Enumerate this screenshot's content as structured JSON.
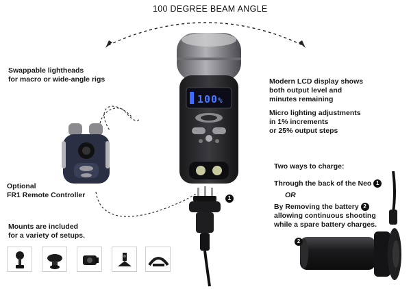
{
  "title": "100 DEGREE BEAM ANGLE",
  "features": {
    "swappable": [
      "Swappable lightheads",
      "for macro or wide-angle rigs"
    ],
    "lcd": [
      "Modern LCD display shows",
      "both output level and",
      "minutes remaining"
    ],
    "micro": [
      "Micro lighting adjustments",
      "in 1% increments",
      "or 25% output steps"
    ],
    "remote": [
      "Optional",
      "FR1 Remote Controller"
    ],
    "mounts": [
      "Mounts are included",
      "for a variety of setups."
    ]
  },
  "charging": {
    "heading": "Two ways to charge:",
    "method1": "Through the back of the Neo",
    "method1_badge": "1",
    "or": "OR",
    "method2_line1": "By Removing the battery",
    "method2_badge": "2",
    "method2_line2": "allowing continuous shooting",
    "method2_line3": "while a spare battery charges."
  },
  "display": {
    "readout": "100",
    "unit": "%"
  },
  "callouts": {
    "plug_badge": "1",
    "battery_badge": "2"
  },
  "mount_icons": [
    "ball-mount-icon",
    "arm-clamp-mount-icon",
    "adapter-mount-icon",
    "ys-mount-icon",
    "handle-mount-icon"
  ],
  "colors": {
    "lcd_blue": "#3d6bff",
    "body_dark": "#2b2b2e",
    "head_gray": "#8a8a8f"
  }
}
